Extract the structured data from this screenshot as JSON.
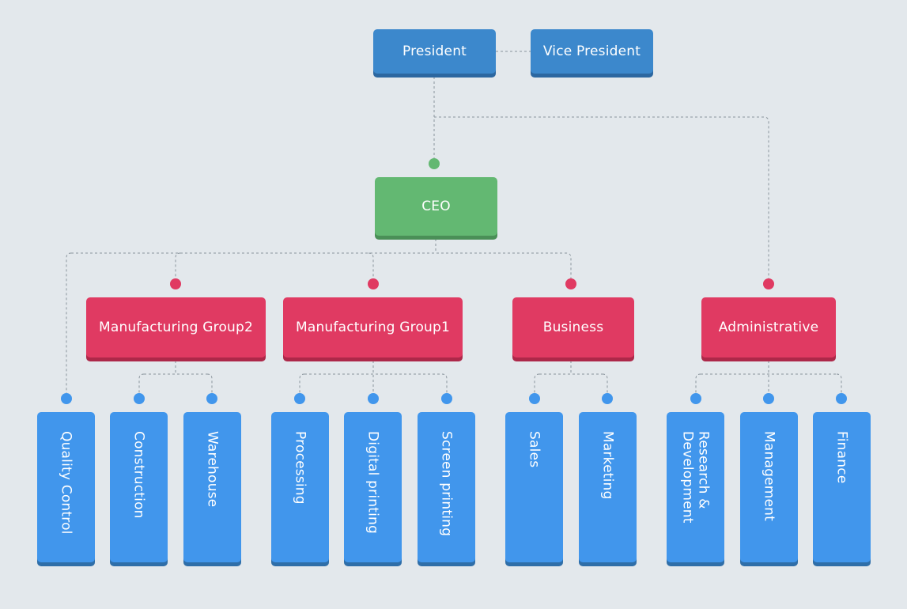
{
  "top": {
    "president": "President",
    "vice_president": "Vice President"
  },
  "ceo": "CEO",
  "groups": {
    "mfg2": "Manufacturing Group2",
    "mfg1": "Manufacturing Group1",
    "business": "Business",
    "administrative": "Administrative"
  },
  "leaves": {
    "quality_control": "Quality Control",
    "construction": "Construction",
    "warehouse": "Warehouse",
    "processing": "Processing",
    "digital_printing": "Digital printing",
    "screen_printing": "Screen printing",
    "sales": "Sales",
    "marketing": "Marketing",
    "research_development": "Research & Development",
    "management": "Management",
    "finance": "Finance"
  },
  "colors": {
    "background": "#e3e8ec",
    "executive": "#3c88cc",
    "ceo": "#63b872",
    "group": "#e03a62",
    "department": "#4196ec",
    "connector": "#8a949c"
  }
}
